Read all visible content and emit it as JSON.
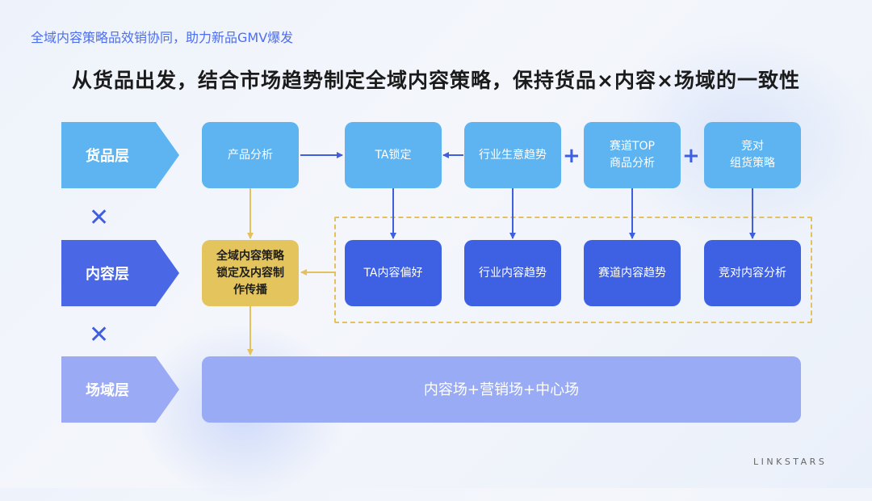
{
  "subtitle": "全域内容策略品效销协同，助力新品GMV爆发",
  "title": "从货品出发，结合市场趋势制定全域内容策略，保持货品×内容×场域的一致性",
  "layers": {
    "goods": "货品层",
    "content": "内容层",
    "field": "场域层"
  },
  "cross_symbol": "✕",
  "plus_symbol": "+",
  "goods_row": {
    "product_analysis": "产品分析",
    "ta_anchor": "TA锁定",
    "industry_trend": "行业生意趋势",
    "track_top": "赛道TOP\n商品分析",
    "competitor_assort": "竞对\n组货策略"
  },
  "content_row": {
    "strategy": "全域内容策略\n锁定及内容制\n作传播",
    "ta_pref": "TA内容偏好",
    "industry_content": "行业内容趋势",
    "track_content": "赛道内容趋势",
    "competitor_content": "竞对内容分析"
  },
  "field_row": {
    "fields": "内容场+营销场+中心场"
  },
  "brand": "LINKSTARS",
  "colors": {
    "light_blue": "#5db4f1",
    "deep_blue": "#3e61e3",
    "lavender": "#9aabf6",
    "yellow": "#e4c55d",
    "accent": "#4d6ef0"
  }
}
